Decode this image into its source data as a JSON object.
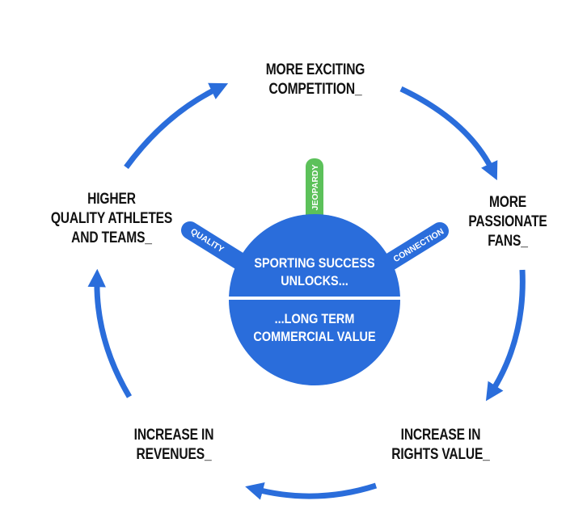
{
  "colors": {
    "primary_blue": "#2a6ddb",
    "accent_green": "#5cc15a",
    "text": "#111111",
    "background": "#ffffff"
  },
  "center": {
    "top_lines": [
      "SPORTING SUCCESS",
      "UNLOCKS..."
    ],
    "bottom_lines": [
      "...LONG TERM",
      "COMMERCIAL VALUE"
    ]
  },
  "tags": {
    "quality": "QUALITY",
    "jeopardy": "JEOPARDY",
    "connection": "CONNECTION"
  },
  "cycle": [
    {
      "id": "competition",
      "lines": [
        "MORE EXCITING",
        "COMPETITION_"
      ]
    },
    {
      "id": "fans",
      "lines": [
        "MORE",
        "PASSIONATE",
        "FANS_"
      ]
    },
    {
      "id": "rights",
      "lines": [
        "INCREASE IN",
        "RIGHTS VALUE_"
      ]
    },
    {
      "id": "revenues",
      "lines": [
        "INCREASE IN",
        "REVENUES_"
      ]
    },
    {
      "id": "athletes",
      "lines": [
        "HIGHER",
        "QUALITY ATHLETES",
        "AND TEAMS_"
      ]
    }
  ]
}
